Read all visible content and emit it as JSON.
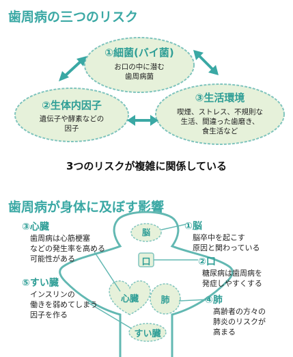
{
  "section1": {
    "title": "歯周病の三つのリスク",
    "risks": [
      {
        "title": "①細菌(バイ菌)",
        "lines": [
          "お口の中に潜む",
          "歯周病菌"
        ]
      },
      {
        "title": "②生体内因子",
        "lines": [
          "遺伝子や酵素などの",
          "因子"
        ]
      },
      {
        "title": "③生活環境",
        "lines": [
          "喫煙、ストレス、不規則な",
          "生活、間違った歯磨き、",
          "食生活など"
        ]
      }
    ],
    "message": "3つのリスクが複雑に関係している"
  },
  "section2": {
    "title": "歯周病が身体に及ぼす影響",
    "organs": {
      "brain": "脳",
      "mouth": "口",
      "heart": "心臓",
      "lung": "肺",
      "pancreas": "すい臓"
    },
    "effects": {
      "brain": {
        "title": "①脳",
        "lines": [
          "脳卒中を起こす",
          "原因と関わっている"
        ]
      },
      "mouth": {
        "title": "②口",
        "lines": [
          "糖尿病は歯周病を",
          "発症しやすくする"
        ]
      },
      "heart": {
        "title": "③心臓",
        "lines": [
          "歯周病は心筋梗塞",
          "などの発生率を高める",
          "可能性がある"
        ]
      },
      "lung": {
        "title": "④肺",
        "lines": [
          "高齢者の方々の",
          "肺炎のリスクが",
          "高まる"
        ]
      },
      "pancreas": {
        "title": "⑤すい臓",
        "lines": [
          "インスリンの",
          "働きを弱めてしまう",
          "因子を作る"
        ]
      }
    }
  },
  "colors": {
    "accent": "#3aa8a4",
    "ellipse_fill": "#e6f1da",
    "ellipse_border": "#7fc4bd",
    "arrow": "#3aa8a4",
    "body_outline": "#62b8b2"
  }
}
